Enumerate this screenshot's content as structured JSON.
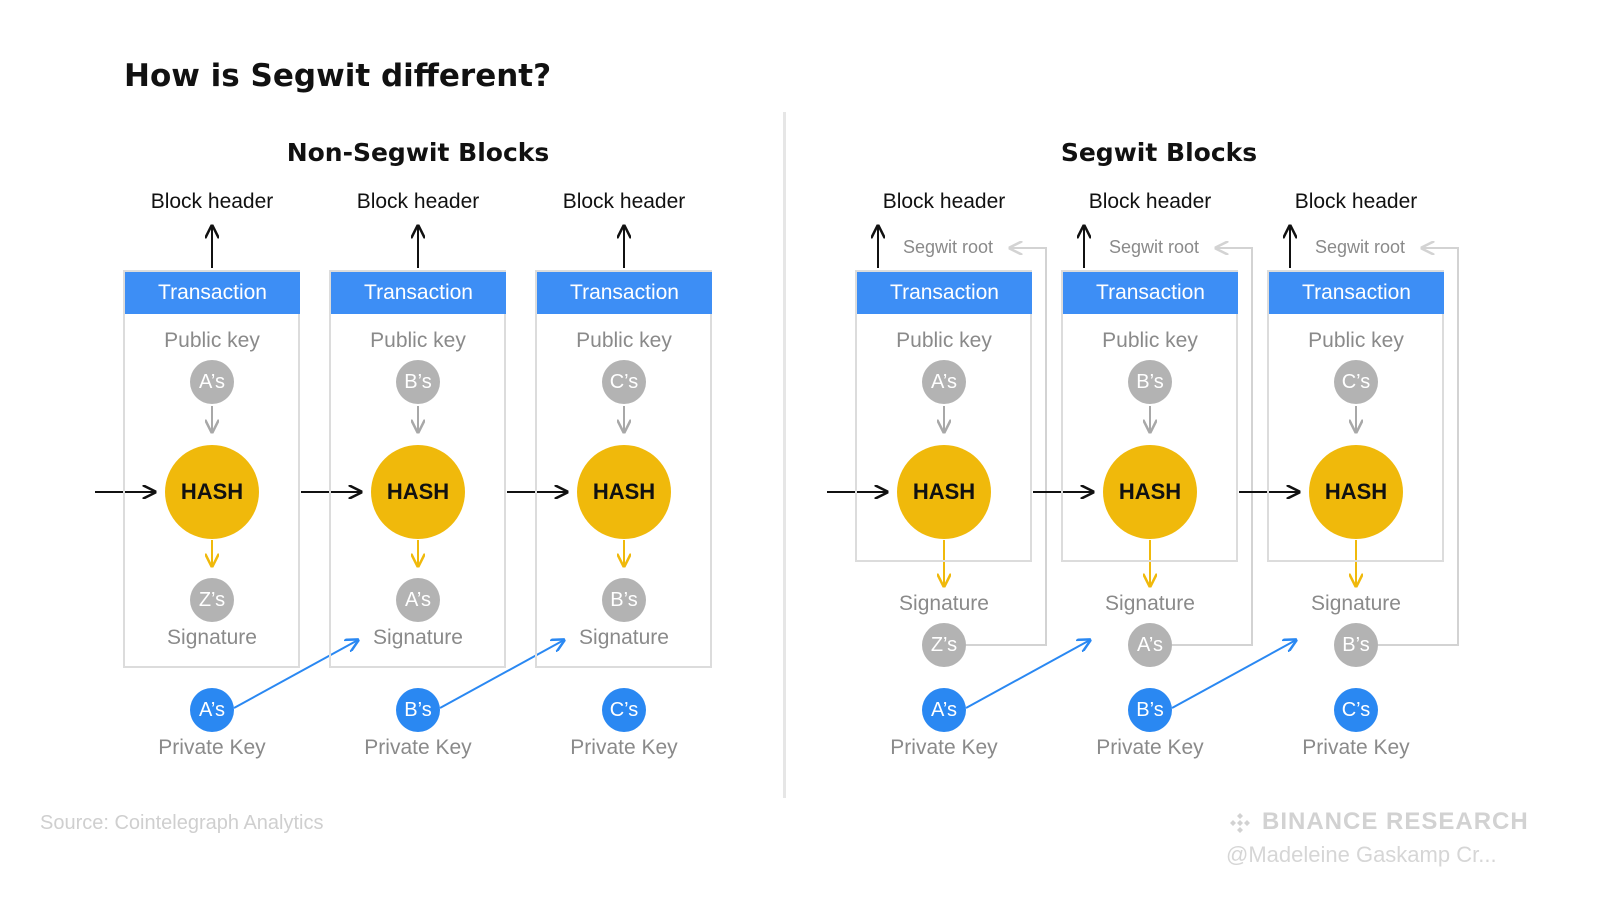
{
  "title": "How is Segwit different?",
  "non_segwit": {
    "heading": "Non-Segwit Blocks",
    "blocks": [
      {
        "header": "Block header",
        "tx": "Transaction",
        "pubkey_label": "Public key",
        "pubkey_owner": "A’s",
        "hash": "HASH",
        "sig_owner": "Z’s",
        "sig_label": "Signature",
        "priv_owner": "A’s",
        "priv_label": "Private Key"
      },
      {
        "header": "Block header",
        "tx": "Transaction",
        "pubkey_label": "Public key",
        "pubkey_owner": "B’s",
        "hash": "HASH",
        "sig_owner": "A’s",
        "sig_label": "Signature",
        "priv_owner": "B’s",
        "priv_label": "Private Key"
      },
      {
        "header": "Block header",
        "tx": "Transaction",
        "pubkey_label": "Public key",
        "pubkey_owner": "C’s",
        "hash": "HASH",
        "sig_owner": "B’s",
        "sig_label": "Signature",
        "priv_owner": "C’s",
        "priv_label": "Private Key"
      }
    ]
  },
  "segwit": {
    "heading": "Segwit Blocks",
    "blocks": [
      {
        "header": "Block header",
        "root": "Segwit root",
        "tx": "Transaction",
        "pubkey_label": "Public key",
        "pubkey_owner": "A’s",
        "hash": "HASH",
        "sig_label": "Signature",
        "sig_owner": "Z’s",
        "priv_owner": "A’s",
        "priv_label": "Private Key"
      },
      {
        "header": "Block header",
        "root": "Segwit root",
        "tx": "Transaction",
        "pubkey_label": "Public key",
        "pubkey_owner": "B’s",
        "hash": "HASH",
        "sig_label": "Signature",
        "sig_owner": "A’s",
        "priv_owner": "B’s",
        "priv_label": "Private Key"
      },
      {
        "header": "Block header",
        "root": "Segwit root",
        "tx": "Transaction",
        "pubkey_label": "Public key",
        "pubkey_owner": "C’s",
        "hash": "HASH",
        "sig_label": "Signature",
        "sig_owner": "B’s",
        "priv_owner": "C’s",
        "priv_label": "Private Key"
      }
    ]
  },
  "footer": {
    "source": "Source: Cointelegraph Analytics",
    "brand": "BINANCE RESEARCH",
    "credit": "@Madeleine Gaskamp Cr..."
  },
  "colors": {
    "transaction_bar": "#3d8ef5",
    "hash": "#f0b90b",
    "private_key": "#2a88f2",
    "neutral_circle": "#b3b3b3"
  }
}
